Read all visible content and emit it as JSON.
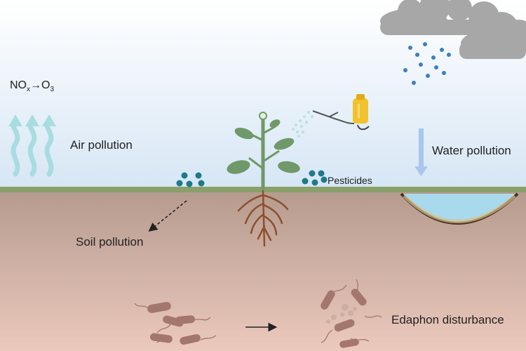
{
  "labels": {
    "air_pollution": "Air pollution",
    "water_pollution": "Water pollution",
    "soil_pollution": "Soil pollution",
    "edaphon_disturbance": "Edaphon disturbance",
    "pesticides": "Pesticides",
    "reaction": {
      "nox": "NO",
      "nox_sub": "x",
      "arrow": "→",
      "o3": "O",
      "o3_sub": "3"
    }
  },
  "colors": {
    "sky_top": "#ffffff",
    "sky_bottom": "#d6e6f5",
    "ground_line": "#8aa06a",
    "soil_top": "#b59a8e",
    "soil_bottom": "#ecc9bd",
    "air_arrows": "#a7dde0",
    "pesticide_dots": "#1d7a8c",
    "plant": "#6f9968",
    "roots": "#8d4f2d",
    "pond_water": "#a9d9ec",
    "pond_rim": "#4a3020",
    "cloud": "#a7a7a7",
    "rain": "#3d7fba",
    "water_arrow": "#a9c7ea",
    "sprayer": "#f2c12e",
    "bacteria": "#a4776c"
  },
  "icons": [
    "cloud-icon",
    "rain-icon",
    "sprayer-icon",
    "plant-icon",
    "roots-icon",
    "pond-icon",
    "bacteria-icon"
  ]
}
